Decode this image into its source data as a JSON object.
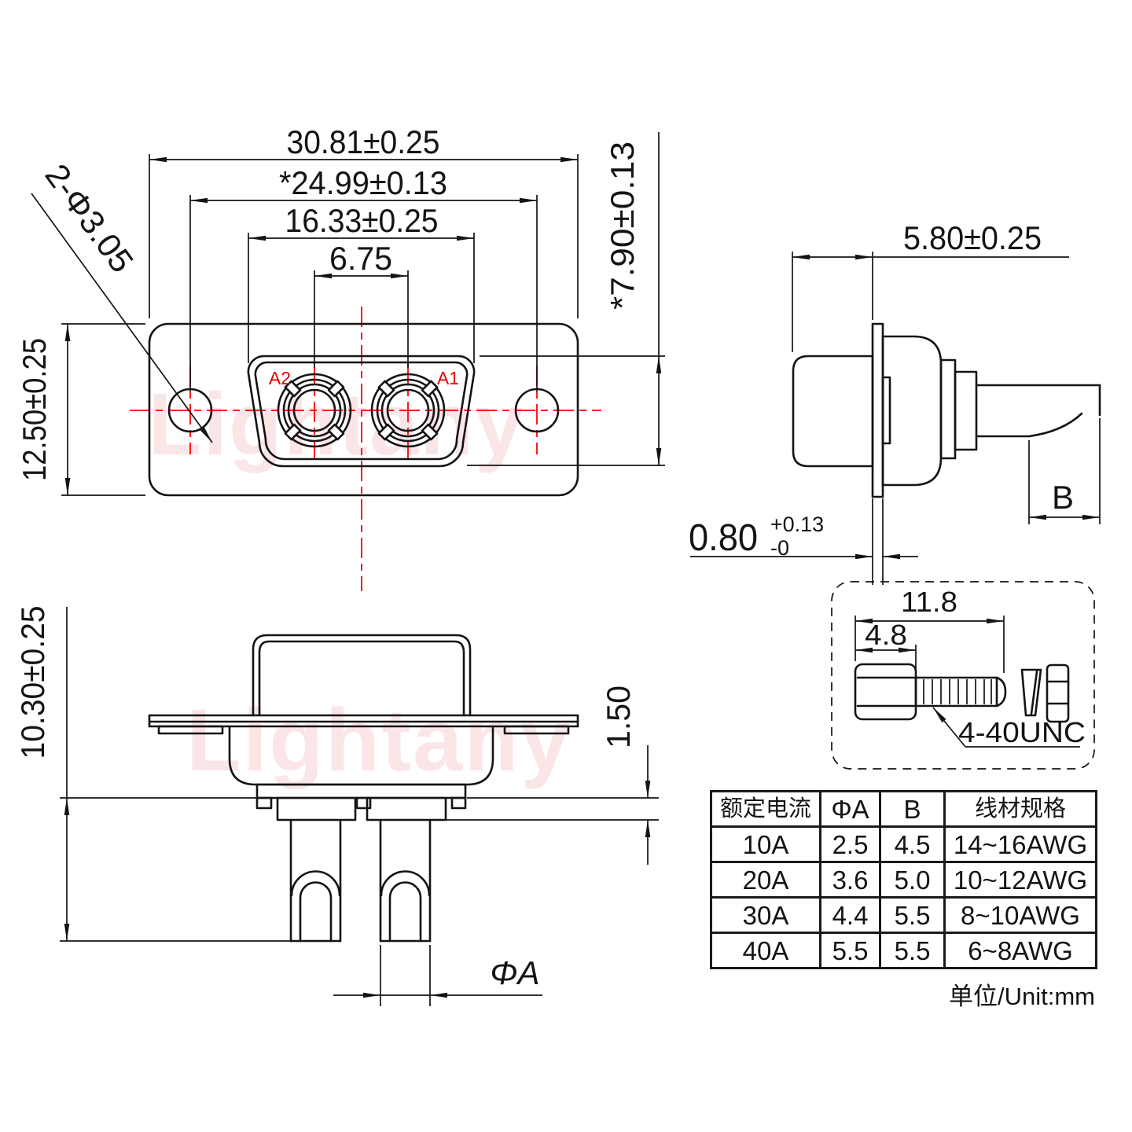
{
  "watermark": "Lightany",
  "colors": {
    "line": "#141414",
    "centerline_red": "#ff0000",
    "label_red": "#e60000",
    "watermark_pink": "#f6ccd1"
  },
  "front_view": {
    "dim_width_outer": "30.81±0.25",
    "dim_width_holes": "*24.99±0.13",
    "dim_width_dsub": "16.33±0.25",
    "dim_contact_pitch": "6.75",
    "dim_height_plate": "12.50±0.25",
    "dim_height_dsub": "*7.90±0.13",
    "dim_mount_holes": "2-Φ3.05",
    "label_a1": "A1",
    "label_a2": "A2"
  },
  "side_view": {
    "dim_depth": "5.80±0.25",
    "dim_flange_base": "0.80",
    "dim_flange_tol_upper": "+0.13",
    "dim_flange_tol_lower": "-0",
    "label_b": "B"
  },
  "bottom_view": {
    "dim_height_body": "10.30±0.25",
    "dim_standoff": "1.50",
    "label_phi_a": "ΦA"
  },
  "screw_detail": {
    "dim_total_length": "11.8",
    "dim_head_length": "4.8",
    "thread_label": "4-40UNC"
  },
  "table": {
    "headers": [
      "额定电流",
      "ΦA",
      "B",
      "线材规格"
    ],
    "rows": [
      [
        "10A",
        "2.5",
        "4.5",
        "14~16AWG"
      ],
      [
        "20A",
        "3.6",
        "5.0",
        "10~12AWG"
      ],
      [
        "30A",
        "4.4",
        "5.5",
        "8~10AWG"
      ],
      [
        "40A",
        "5.5",
        "5.5",
        "6~8AWG"
      ]
    ]
  },
  "unit_note": "单位/Unit:mm"
}
